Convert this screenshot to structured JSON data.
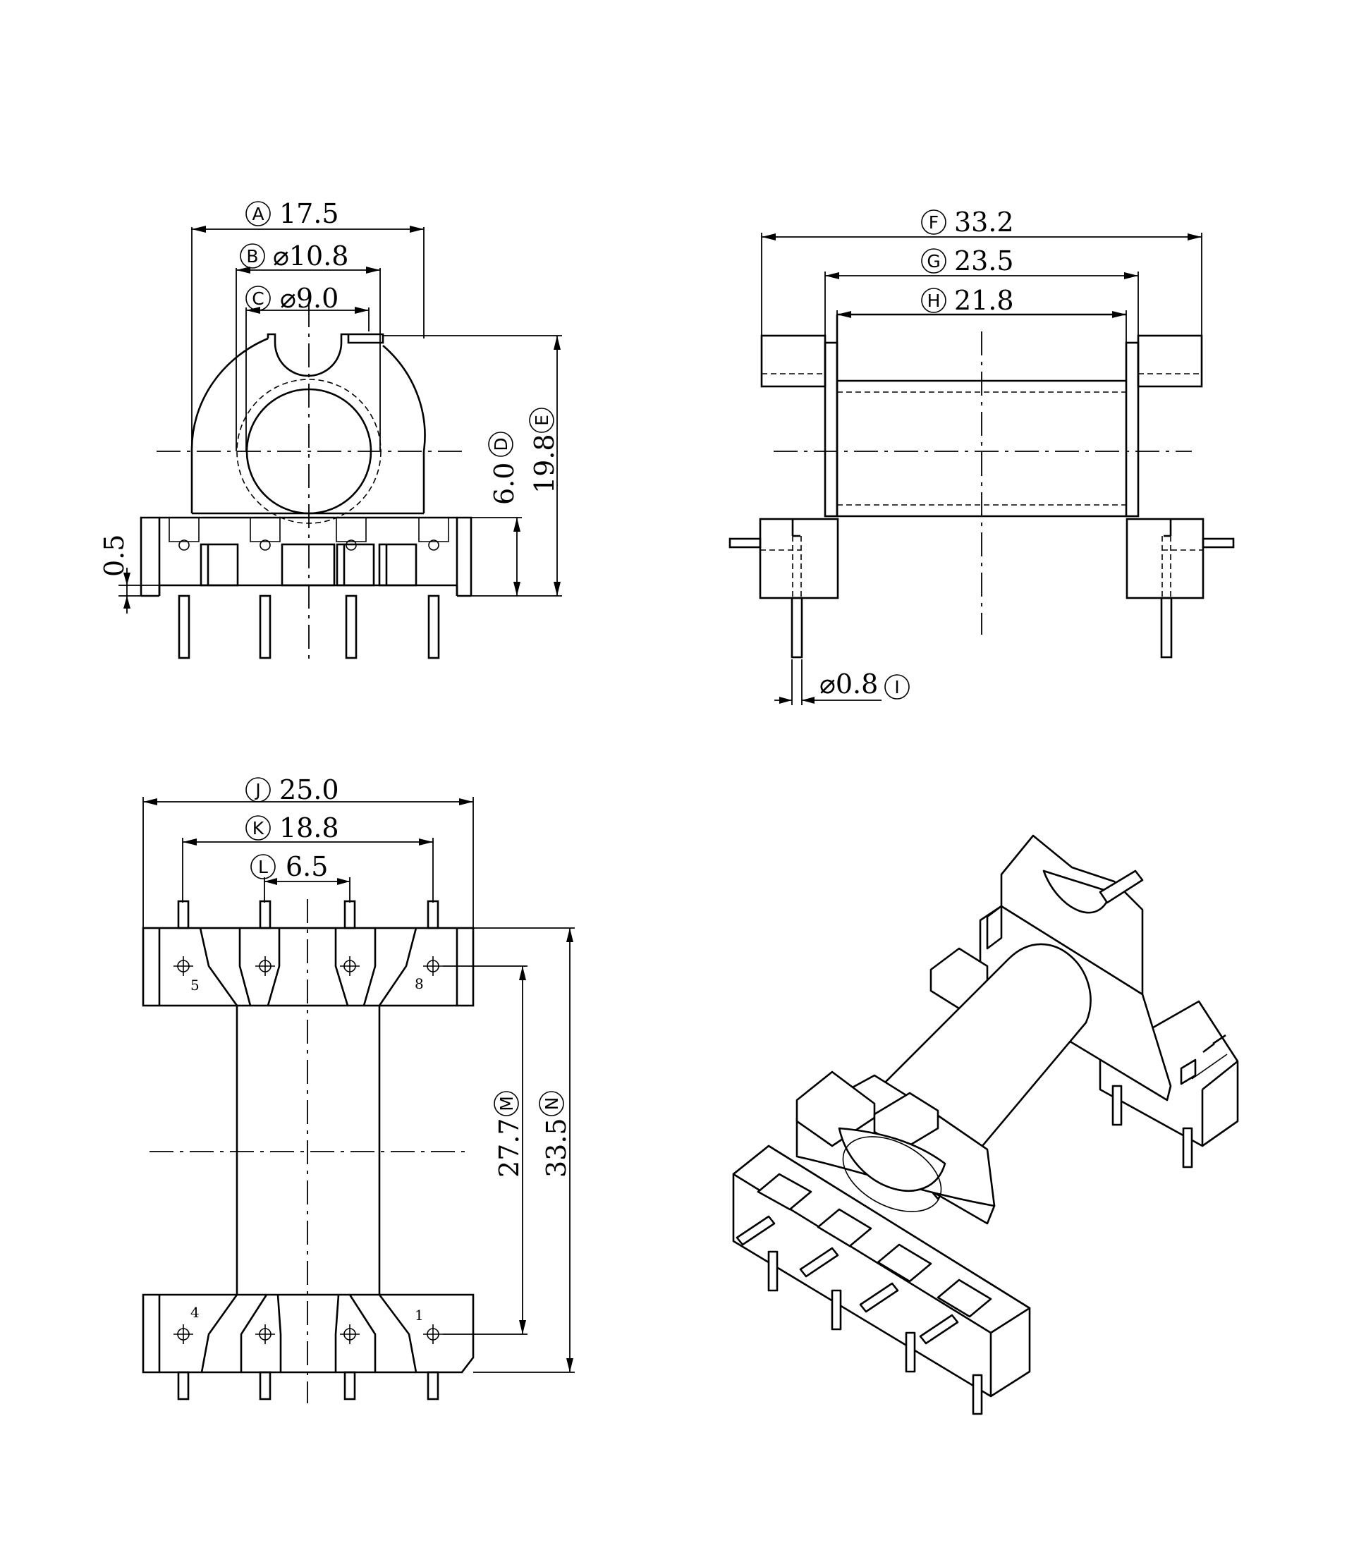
{
  "dimensions": {
    "A": {
      "letter": "A",
      "value": "17.5"
    },
    "B": {
      "letter": "B",
      "value": "⌀10.8"
    },
    "C": {
      "letter": "C",
      "value": "⌀9.0"
    },
    "D": {
      "letter": "D",
      "value": "6.0"
    },
    "E": {
      "letter": "E",
      "value": "19.8"
    },
    "F": {
      "letter": "F",
      "value": "33.2"
    },
    "G": {
      "letter": "G",
      "value": "23.5"
    },
    "H": {
      "letter": "H",
      "value": "21.8"
    },
    "I": {
      "letter": "I",
      "value": "⌀0.8"
    },
    "J": {
      "letter": "J",
      "value": "25.0"
    },
    "K": {
      "letter": "K",
      "value": "18.8"
    },
    "L": {
      "letter": "L",
      "value": "6.5"
    },
    "M": {
      "letter": "M",
      "value": "27.7"
    },
    "N": {
      "letter": "N",
      "value": "33.5"
    },
    "flange": {
      "value": "0.5"
    }
  },
  "pins": {
    "p5": "5",
    "p8": "8",
    "p4": "4",
    "p1": "1"
  }
}
